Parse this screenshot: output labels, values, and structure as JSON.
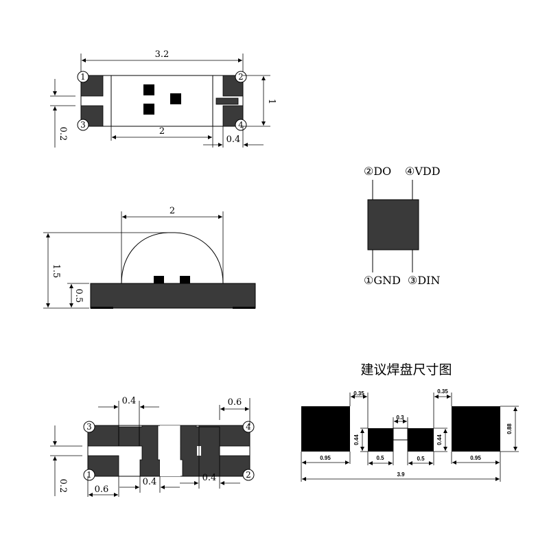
{
  "top_view": {
    "width_label": "3.2",
    "height_label": "1",
    "gap_label": "0.2",
    "inner_width_label": "2",
    "pad_width_label": "0.4",
    "pins": [
      "1",
      "2",
      "3",
      "4"
    ]
  },
  "side_view": {
    "dome_width_label": "2",
    "total_height_label": "1.5",
    "base_height_label": "0.5"
  },
  "pinout": {
    "top_left": "②DO",
    "top_right": "④VDD",
    "bottom_left": "①GND",
    "bottom_right": "③DIN"
  },
  "bottom_view": {
    "top_left_dim": "0.4",
    "top_right_dim": "0.6",
    "gap_label": "0.2",
    "bottom_left_dim": "0.6",
    "bottom_mid_dim": "0.4",
    "bottom_right_dim": "0.4",
    "pins": [
      "3",
      "4",
      "1",
      "2"
    ]
  },
  "land_pattern": {
    "title": "建议焊盘尺寸图",
    "gap_left": "0.35",
    "gap_right": "0.35",
    "center_gap": "0.3",
    "small_pad_height_left": "0.44",
    "small_pad_height_right": "0.44",
    "large_pad_height": "0.88",
    "large_pad_width_left": "0.95",
    "small_pad_width_left": "0.5",
    "small_pad_width_right": "0.5",
    "large_pad_width_right": "0.95",
    "total_width": "3.9"
  }
}
